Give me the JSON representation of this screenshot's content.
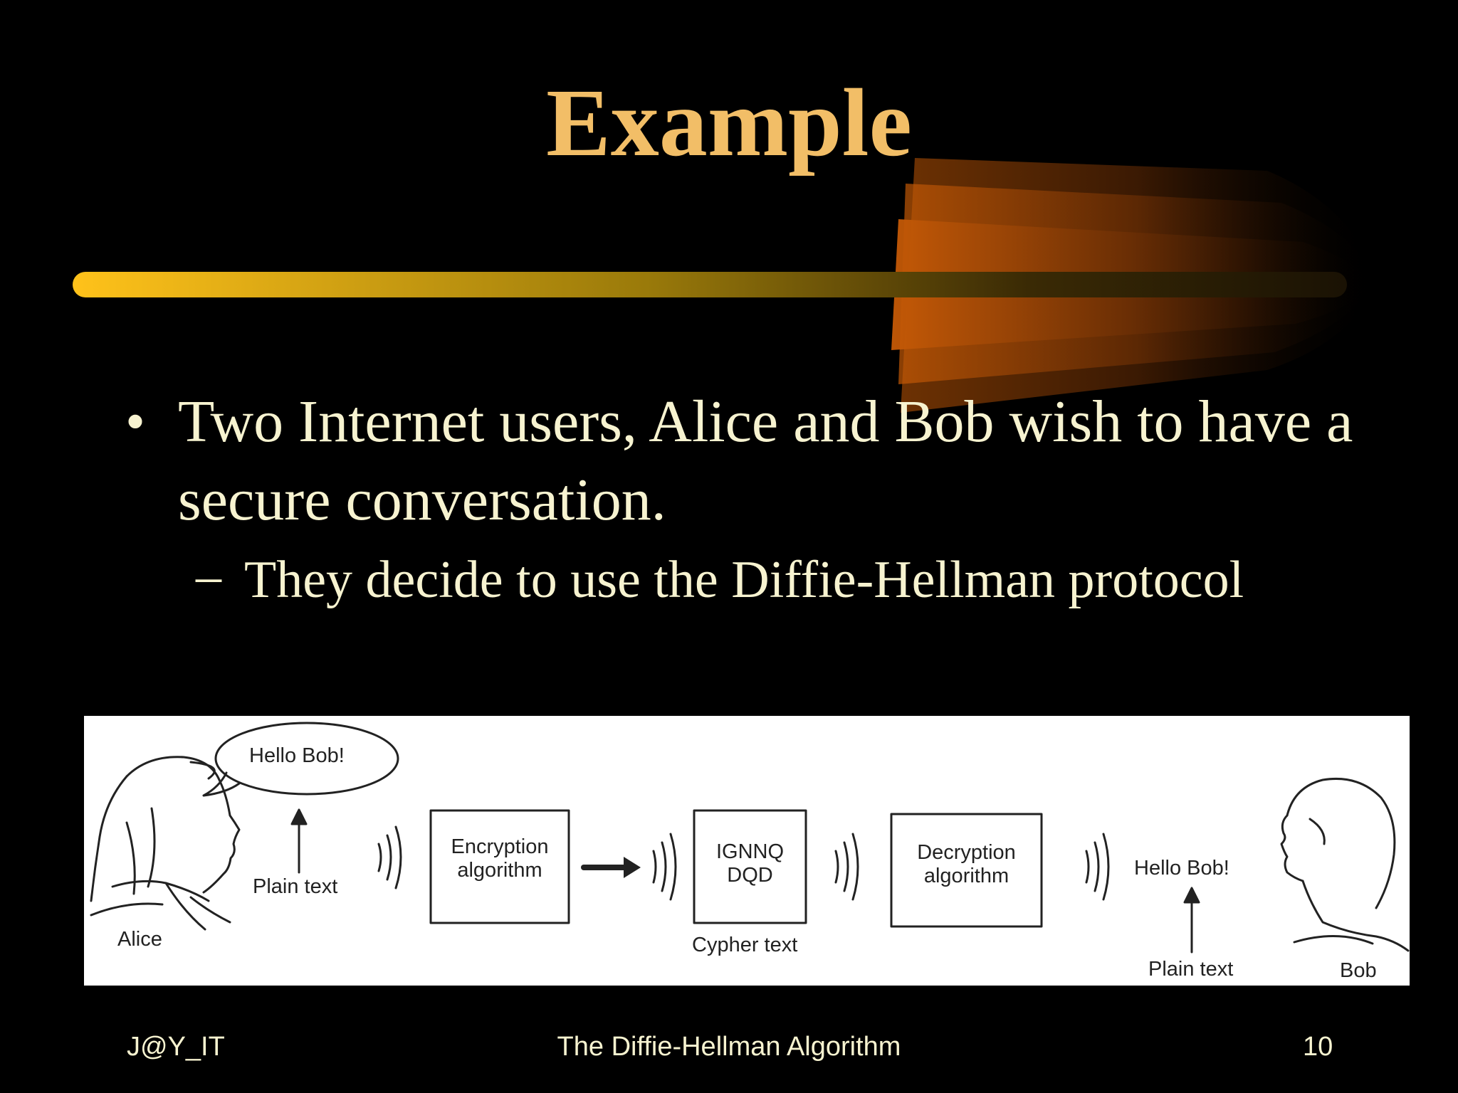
{
  "slide": {
    "title": "Example",
    "bullet": "Two Internet users, Alice and Bob wish to have a secure conversation.",
    "sub_bullet": "They decide to use the Diffie-Hellman protocol"
  },
  "figure": {
    "alice_label": "Alice",
    "speech": "Hello Bob!",
    "plain_text_left": "Plain text",
    "encryption_line1": "Encryption",
    "encryption_line2": "algorithm",
    "cipher_line1": "IGNNQ",
    "cipher_line2": "DQD",
    "cypher_text_label": "Cypher text",
    "decryption_line1": "Decryption",
    "decryption_line2": "algorithm",
    "hello_bob_right": "Hello Bob!",
    "plain_text_right": "Plain text",
    "bob_label": "Bob"
  },
  "footer": {
    "left": "J@Y_IT",
    "center": "The Diffie-Hellman Algorithm",
    "right": "10"
  },
  "colors": {
    "title": "#F2BE67",
    "text": "#F7F3D0",
    "background": "#000000"
  }
}
